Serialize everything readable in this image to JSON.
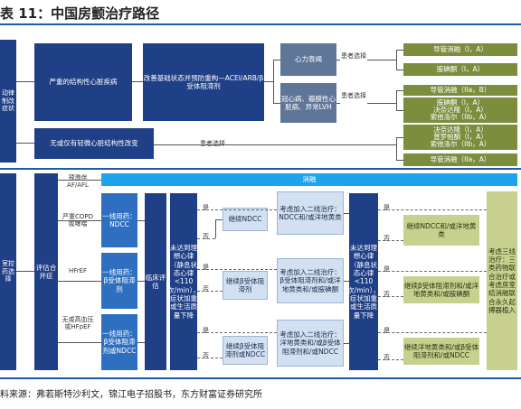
{
  "title": "表 11：中国房颤治疗路径",
  "source": "料来源：弗若斯特沙利文，锦江电子招股书，东方财富证券研究所",
  "colors": {
    "navy": "#1f3f86",
    "blue": "#2e6fc0",
    "light": "#d3e0f2",
    "slate": "#5f7698",
    "olive": "#7c8d3e",
    "olive_light": "#c7d08e",
    "sky": "#1ea3ef"
  },
  "top": {
    "left_block": "动律制改症状",
    "severe": "严重的结构性心脏疾病",
    "mild": "无或仅有轻微心脏结构性改变",
    "acei": "改善基础状态并预防重构—ACEI/ARB/β受体阻滞剂",
    "hf": "心力衰竭",
    "cad": "冠心病、瓣膜性心脏病、异常LVH",
    "patient_choice": "患者选择",
    "outcomes": [
      "导管消融（I，A）",
      "胺碘酮（I，A）",
      "导管消融（IIa，B）",
      "胺碘酮（I，A）",
      "决奈达隆（I，A）",
      "索他洛尔（IIb，A）",
      "决奈达隆（I，A）",
      "普罗帕酮（I，A）",
      "索他洛尔（IIb，A）",
      "导管消融（IIa，A）"
    ]
  },
  "bottom": {
    "left_block": "室控药选择",
    "assess": "评估合并症",
    "pre_excitation": "预激伴AF/AFL",
    "ablation": "消融",
    "copd": "严重COPD或哮喘",
    "hfref": "HFrEF",
    "hfpef": "无或高血压或HFpEF",
    "first_line_1": "一线用药：NDCC",
    "first_line_2": "一线用药：β受体阻滞剂",
    "first_line_3": "一线用药：β受体阻滞剂或NDCC",
    "clinical": "临床评估",
    "not_reached_1": "未达到理想心律（静息状态心律<110次/min），症状加重或生活质量下降",
    "not_reached_2": "未达到理想心律（静息状态心律<110次/min），症状加重或生活质量下降",
    "yes": "是",
    "no": "否",
    "keep_ndcc": "继续NDCC",
    "keep_beta": "继续β受体阻滞剂",
    "keep_beta_ndcc": "继续β受体阻滞剂或NDCC",
    "add_2_a": "考虑加入二线治疗：NDCC和/或洋地黄类",
    "add_2_b": "考虑加入二线治疗：β受体阻滞剂和/或洋地黄类和/或胺碘酮",
    "add_2_c": "考虑加入二线治疗：洋地黄类和/或β受体阻滞剂和/或NDCC",
    "cont_1": "继续NDCC和/或洋地黄类",
    "cont_2": "继续β受体阻滞剂和/或洋地黄类和/或胺碘酮",
    "cont_3": "继续洋地黄类和/或β受体阻滞剂和/或NDCC",
    "third_line": "考虑三线治疗：三类药物联合治疗或考虑房室结消融联合永久起搏器植入"
  }
}
